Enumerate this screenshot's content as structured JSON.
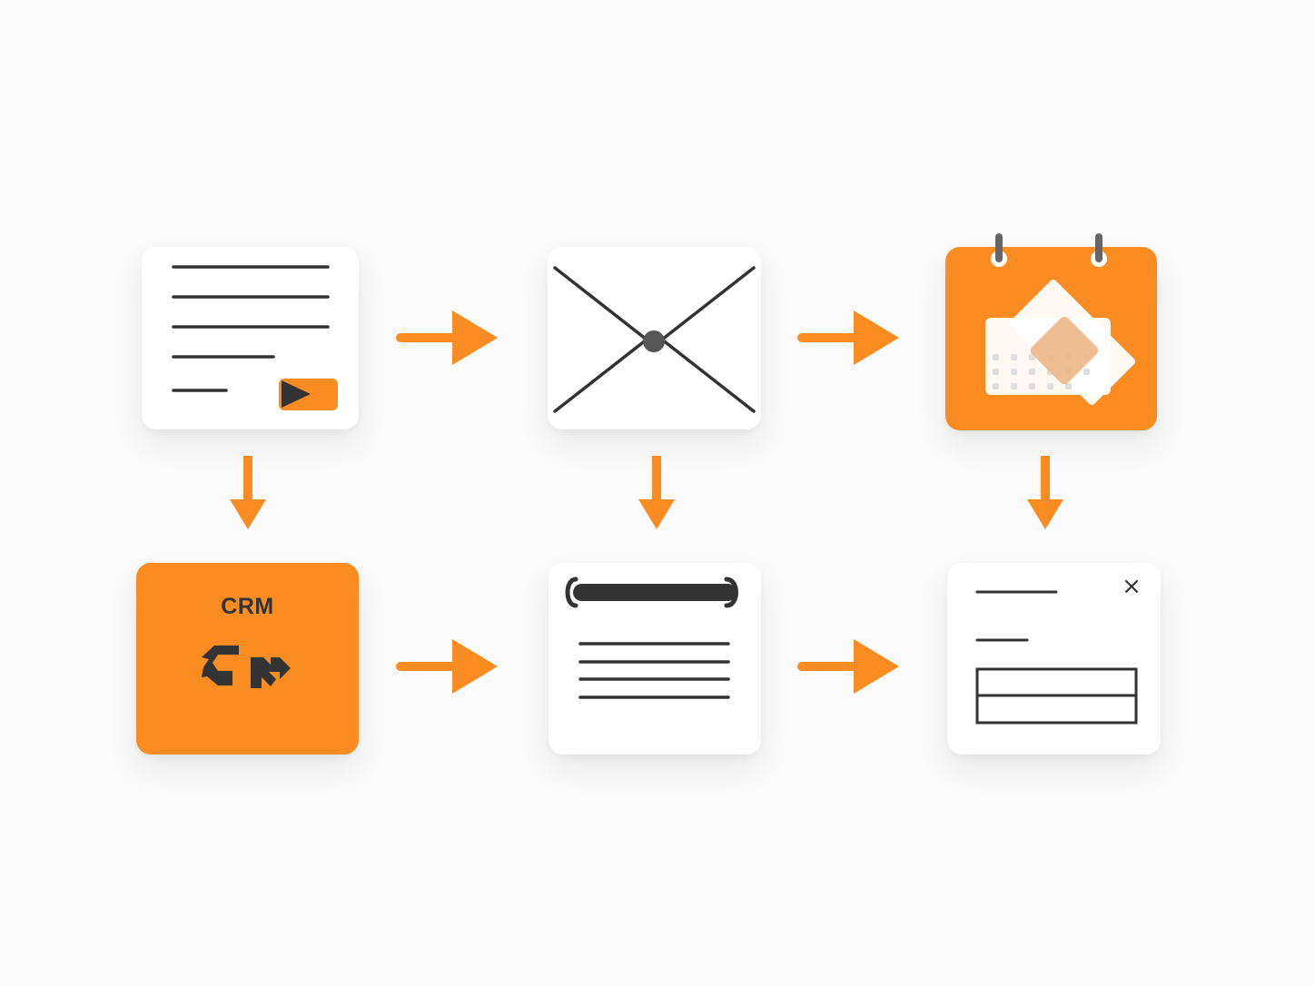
{
  "colors": {
    "background": "#fbfbfb",
    "accent": "#fa8c22",
    "ink": "#333333",
    "card": "#ffffff"
  },
  "nodes": [
    {
      "id": "form",
      "icon": "form-document-icon"
    },
    {
      "id": "email",
      "icon": "envelope-icon"
    },
    {
      "id": "calendar",
      "icon": "calendar-icon"
    },
    {
      "id": "crm",
      "icon": "crm-sync-icon",
      "label": "CRM"
    },
    {
      "id": "notes",
      "icon": "notes-list-icon"
    },
    {
      "id": "dialog",
      "icon": "dialog-window-icon",
      "close_glyph": "×"
    }
  ],
  "edges": [
    {
      "from": "form",
      "to": "email"
    },
    {
      "from": "email",
      "to": "calendar"
    },
    {
      "from": "form",
      "to": "crm"
    },
    {
      "from": "email",
      "to": "notes"
    },
    {
      "from": "calendar",
      "to": "dialog"
    },
    {
      "from": "crm",
      "to": "notes"
    },
    {
      "from": "notes",
      "to": "dialog"
    }
  ]
}
